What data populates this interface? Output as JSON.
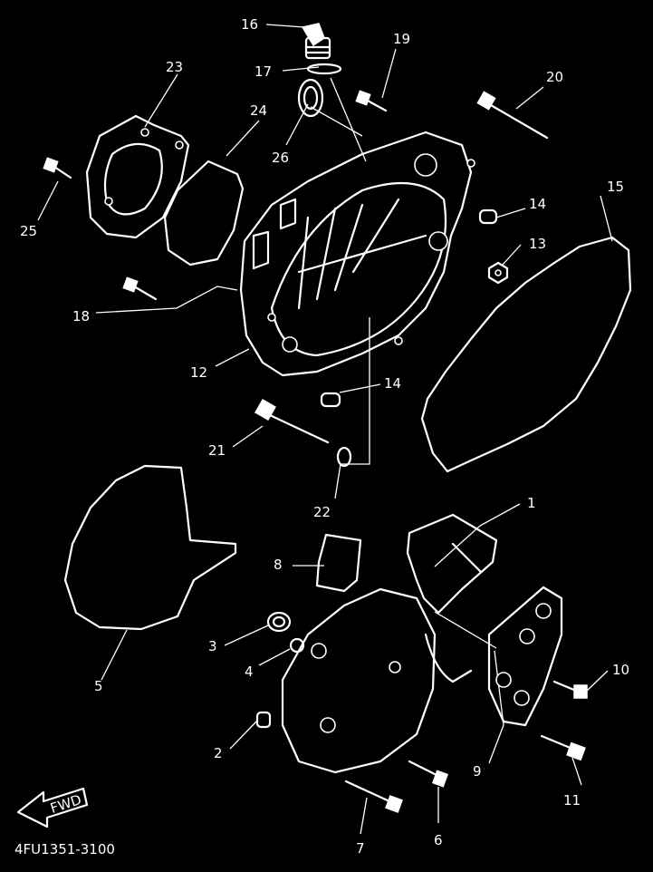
{
  "diagram": {
    "reference_code": "4FU1351-3100",
    "fwd_label": "FWD",
    "callouts": [
      {
        "id": "c1",
        "text": "1"
      },
      {
        "id": "c2",
        "text": "2"
      },
      {
        "id": "c3",
        "text": "3"
      },
      {
        "id": "c4",
        "text": "4"
      },
      {
        "id": "c5",
        "text": "5"
      },
      {
        "id": "c6",
        "text": "6"
      },
      {
        "id": "c7",
        "text": "7"
      },
      {
        "id": "c8",
        "text": "8"
      },
      {
        "id": "c9",
        "text": "9"
      },
      {
        "id": "c10",
        "text": "10"
      },
      {
        "id": "c11",
        "text": "11"
      },
      {
        "id": "c12",
        "text": "12"
      },
      {
        "id": "c13",
        "text": "13"
      },
      {
        "id": "c14a",
        "text": "14"
      },
      {
        "id": "c14b",
        "text": "14"
      },
      {
        "id": "c15",
        "text": "15"
      },
      {
        "id": "c16",
        "text": "16"
      },
      {
        "id": "c17",
        "text": "17"
      },
      {
        "id": "c18",
        "text": "18"
      },
      {
        "id": "c19",
        "text": "19"
      },
      {
        "id": "c20",
        "text": "20"
      },
      {
        "id": "c21",
        "text": "21"
      },
      {
        "id": "c22",
        "text": "22"
      },
      {
        "id": "c23",
        "text": "23"
      },
      {
        "id": "c24",
        "text": "24"
      },
      {
        "id": "c25",
        "text": "25"
      },
      {
        "id": "c26",
        "text": "26"
      }
    ],
    "colors": {
      "background": "#000000",
      "ink": "#ffffff"
    }
  }
}
